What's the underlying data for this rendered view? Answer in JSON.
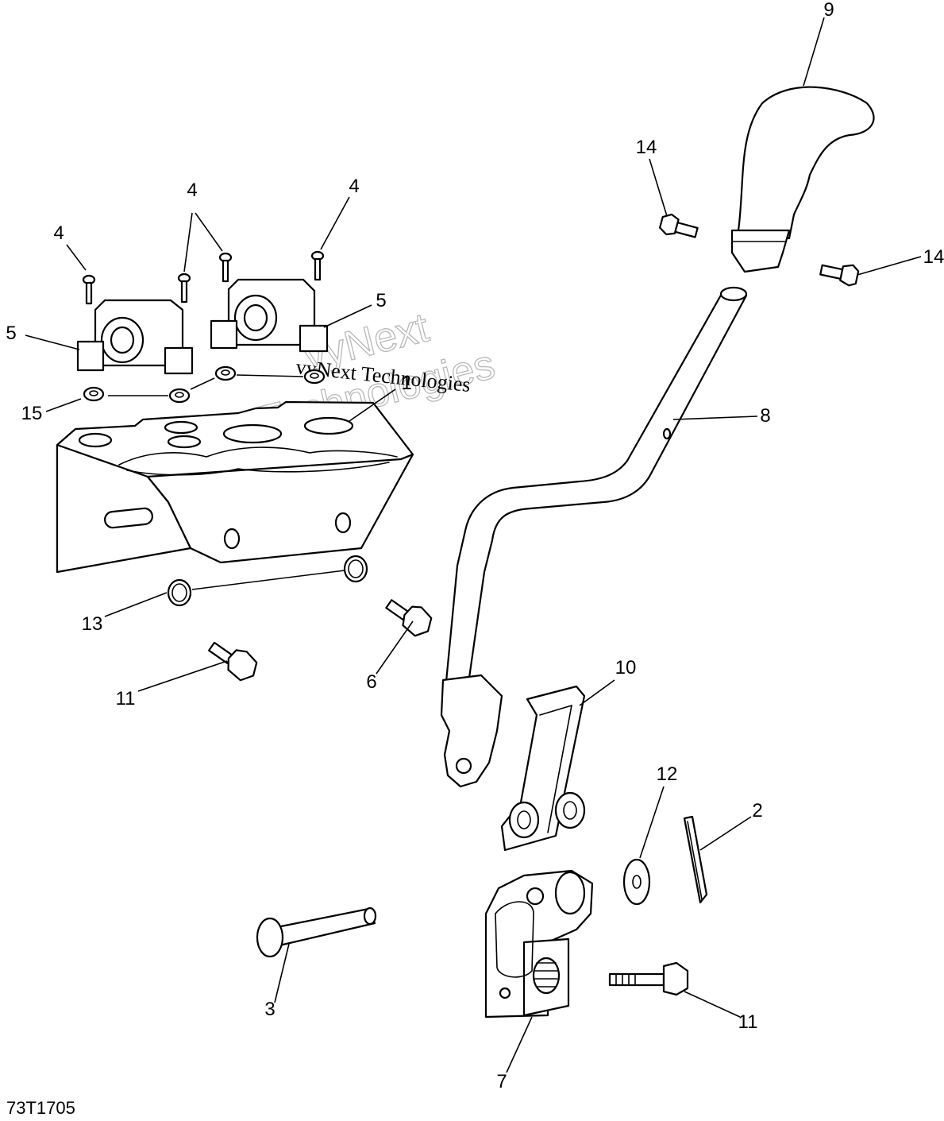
{
  "figure_id": "73T1705",
  "watermark": {
    "line1": "vyNext",
    "line2": "Technologies",
    "line3": "vyNext Technologies"
  },
  "callouts": [
    "1",
    "2",
    "3",
    "4",
    "5",
    "6",
    "7",
    "8",
    "9",
    "10",
    "11",
    "12",
    "13",
    "14",
    "15"
  ],
  "callouts_repeat": {
    "four_a": "4",
    "four_b": "4",
    "four_c": "4",
    "five_b": "5",
    "eleven_b": "11",
    "fourteen_b": "14"
  }
}
